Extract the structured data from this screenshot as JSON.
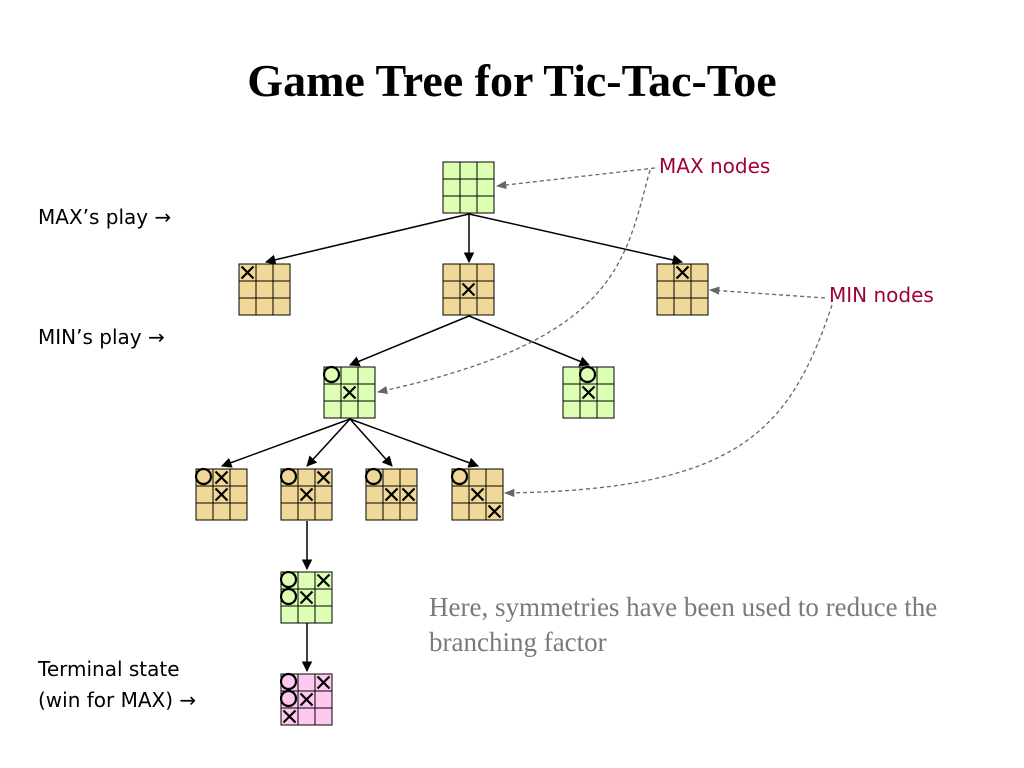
{
  "title": "Game Tree for Tic-Tac-Toe",
  "labels": {
    "max_play": "MAX’s play →",
    "min_play": "MIN’s play →",
    "terminal_line1": "Terminal state",
    "terminal_line2": "(win for MAX) →",
    "max_nodes": "MAX nodes",
    "min_nodes": "MIN nodes"
  },
  "caption": "Here, symmetries have been used to reduce the branching factor",
  "colors": {
    "max_node": "#dcffb4",
    "min_node": "#f0d898",
    "terminal": "#ffc8f0",
    "annotation": "#a0003c",
    "caption": "#7a7a7a"
  },
  "boards": [
    {
      "id": "root",
      "role": "max",
      "cells": [
        "",
        "",
        "",
        "",
        "",
        "",
        "",
        "",
        ""
      ]
    },
    {
      "id": "l1-corner",
      "role": "min",
      "cells": [
        "X",
        "",
        "",
        "",
        "",
        "",
        "",
        "",
        ""
      ]
    },
    {
      "id": "l1-center",
      "role": "min",
      "cells": [
        "",
        "",
        "",
        "",
        "X",
        "",
        "",
        "",
        ""
      ]
    },
    {
      "id": "l1-edge",
      "role": "min",
      "cells": [
        "",
        "X",
        "",
        "",
        "",
        "",
        "",
        "",
        ""
      ]
    },
    {
      "id": "l2-a",
      "role": "max",
      "cells": [
        "O",
        "",
        "",
        "",
        "X",
        "",
        "",
        "",
        ""
      ]
    },
    {
      "id": "l2-b",
      "role": "max",
      "cells": [
        "",
        "O",
        "",
        "",
        "X",
        "",
        "",
        "",
        ""
      ]
    },
    {
      "id": "l3-a",
      "role": "min",
      "cells": [
        "O",
        "X",
        "",
        "",
        "X",
        "",
        "",
        "",
        ""
      ]
    },
    {
      "id": "l3-b",
      "role": "min",
      "cells": [
        "O",
        "",
        "X",
        "",
        "X",
        "",
        "",
        "",
        ""
      ]
    },
    {
      "id": "l3-c",
      "role": "min",
      "cells": [
        "O",
        "",
        "",
        "",
        "X",
        "X",
        "",
        "",
        ""
      ]
    },
    {
      "id": "l3-d",
      "role": "min",
      "cells": [
        "O",
        "",
        "",
        "",
        "X",
        "",
        "",
        "",
        "X"
      ]
    },
    {
      "id": "l4",
      "role": "max",
      "cells": [
        "O",
        "",
        "X",
        "O",
        "X",
        "",
        "",
        "",
        ""
      ]
    },
    {
      "id": "terminal",
      "role": "terminal",
      "cells": [
        "O",
        "",
        "X",
        "O",
        "X",
        "",
        "X",
        "",
        ""
      ]
    }
  ]
}
